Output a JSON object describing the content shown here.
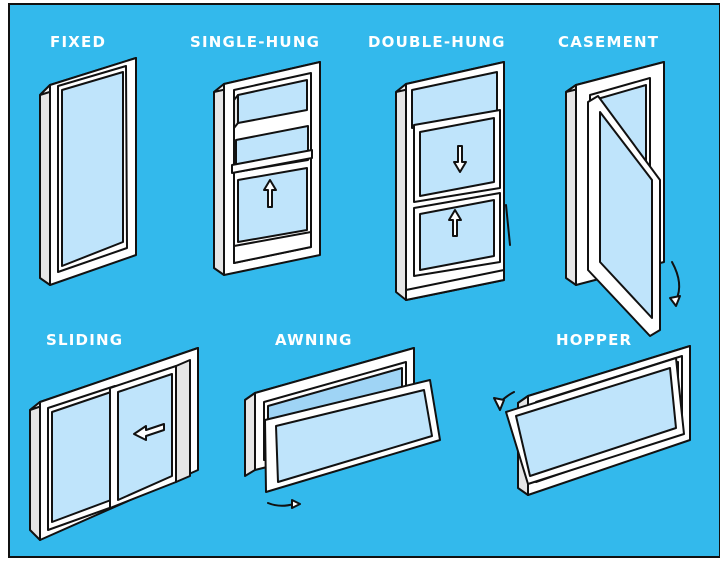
{
  "colors": {
    "background": "#33b9ec",
    "outline": "#111111",
    "frame": "#ffffff",
    "glass": "#bfe4fb",
    "glass_dark": "#9fd4f5"
  },
  "windows": [
    {
      "id": "fixed",
      "label": "FIXED",
      "icon": "fixed-window-icon"
    },
    {
      "id": "single-hung",
      "label": "SINGLE-HUNG",
      "icon": "single-hung-window-icon"
    },
    {
      "id": "double-hung",
      "label": "DOUBLE-HUNG",
      "icon": "double-hung-window-icon"
    },
    {
      "id": "casement",
      "label": "CASEMENT",
      "icon": "casement-window-icon"
    },
    {
      "id": "sliding",
      "label": "SLIDING",
      "icon": "sliding-window-icon"
    },
    {
      "id": "awning",
      "label": "AWNING",
      "icon": "awning-window-icon"
    },
    {
      "id": "hopper",
      "label": "HOPPER",
      "icon": "hopper-window-icon"
    }
  ]
}
